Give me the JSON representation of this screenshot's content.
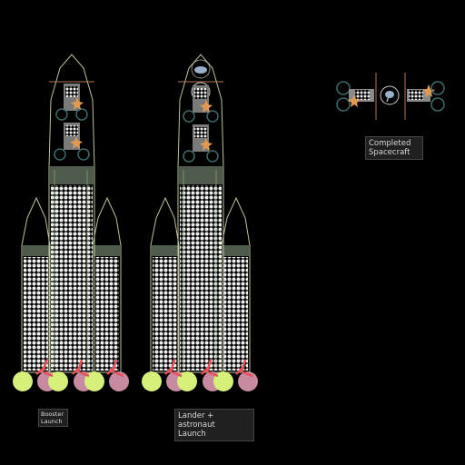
{
  "labels": {
    "booster": "Booster\nLaunch",
    "lander": "Lander + astronaut\nLaunch",
    "completed": "Completed\nSpacecraft"
  },
  "colors": {
    "background": "#000000",
    "hull_outline": "#b8c49a",
    "stage_band": "#4e5a4c",
    "tank_bubbles": "#f0f0f0",
    "engine_yellow": "#d6f07a",
    "engine_pink": "#c88aa0",
    "engine_red": "#e8505a",
    "solar_star": "#e09a50",
    "module_grey": "#8a8a8a"
  },
  "icons": [
    "rocket-engine-icon",
    "solar-panel-icon",
    "astronaut-icon",
    "docking-ring-icon"
  ]
}
